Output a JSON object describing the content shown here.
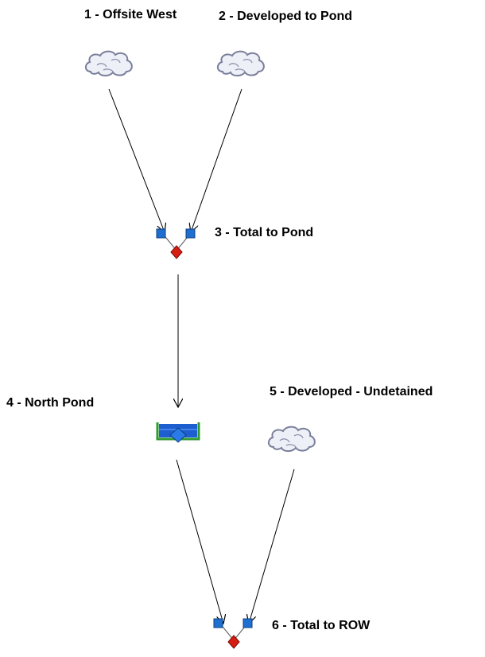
{
  "nodes": [
    {
      "id": "n1",
      "type": "subbasin",
      "label": "1 - Offsite West"
    },
    {
      "id": "n2",
      "type": "subbasin",
      "label": "2 - Developed to Pond"
    },
    {
      "id": "n3",
      "type": "junction",
      "label": "3 - Total to Pond"
    },
    {
      "id": "n4",
      "type": "pond",
      "label": "4 - North Pond"
    },
    {
      "id": "n5",
      "type": "subbasin",
      "label": "5 - Developed - Undetained"
    },
    {
      "id": "n6",
      "type": "junction",
      "label": "6 - Total to ROW"
    }
  ],
  "links": [
    {
      "from": "n1",
      "to": "n3"
    },
    {
      "from": "n2",
      "to": "n3"
    },
    {
      "from": "n3",
      "to": "n4"
    },
    {
      "from": "n4",
      "to": "n6"
    },
    {
      "from": "n5",
      "to": "n6"
    }
  ],
  "colors": {
    "cloud_fill": "#eef0f8",
    "cloud_outline": "#7a7f9a",
    "junction_square": "#1f6fd1",
    "junction_diamond": "#d81e12",
    "pond_basin": "#2e9b2e",
    "pond_water": "#1e5fd0",
    "arrow": "#000000"
  },
  "icons": {
    "subbasin": "cloud-icon",
    "junction": "junction-icon",
    "pond": "pond-icon"
  }
}
